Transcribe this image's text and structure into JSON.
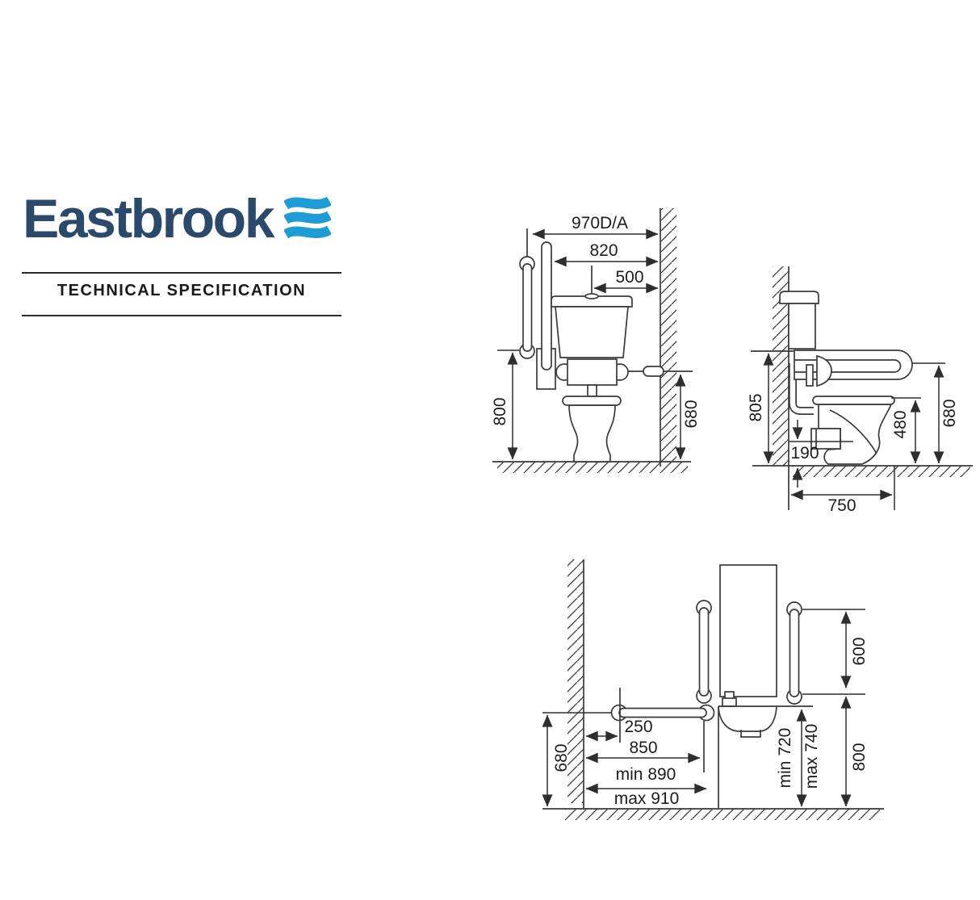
{
  "logo": {
    "brand": "Eastbrook",
    "subtitle": "TECHNICAL SPECIFICATION",
    "mark_icon": "wave-icon"
  },
  "colors": {
    "brand_navy": "#2B4A6B",
    "brand_blue": "#1E9CD7",
    "line": "#3a3a3a",
    "text": "#1c1c1c"
  },
  "drawings": {
    "front_view": {
      "overall_width": "970D/A",
      "cistern_width": "820",
      "flush_offset": "500",
      "rail_height": "800",
      "holder_height": "680"
    },
    "side_view": {
      "rail_top_height": "805",
      "outlet_height": "190",
      "seat_height": "480",
      "rail_height": "680",
      "projection": "750"
    },
    "basin_view": {
      "rail_wall_offset": "250",
      "rail_length": "850",
      "width_min": "min 890",
      "width_max": "max 910",
      "rail_height": "680",
      "basin_height_min": "min 720",
      "basin_height_max": "max 740",
      "rail_bottom_height": "800",
      "vertical_rail_length": "600"
    }
  }
}
